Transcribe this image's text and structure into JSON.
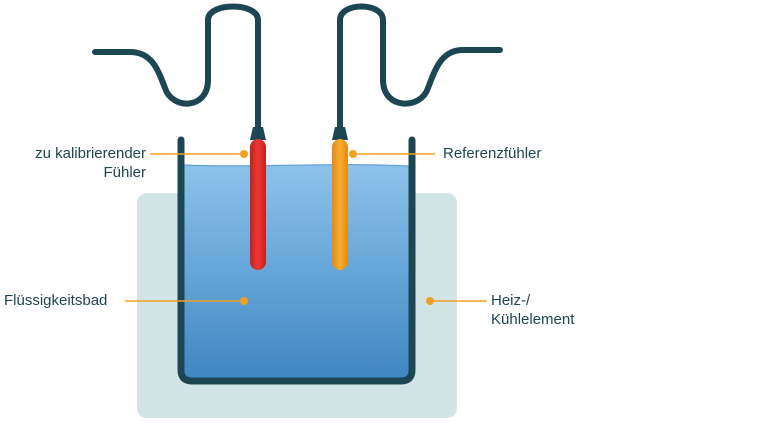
{
  "labels": {
    "probe_under_test": {
      "line1": "zu kalibrierender",
      "line2": "Fühler"
    },
    "reference_probe": {
      "line1": "Referenzfühler"
    },
    "liquid_bath": {
      "line1": "Flüssigkeitsbad"
    },
    "heating_cooling_element": {
      "line1": "Heiz-/",
      "line2": "Kühlelement"
    }
  },
  "colors": {
    "outline": "#1d4655",
    "housing": "#d3e4e6",
    "liquid_top": "#8cc3ea",
    "liquid_bottom": "#3f86c4",
    "probe_under_test": "#e02a2a",
    "reference_probe": "#f29a1c",
    "leader": "#f2a024",
    "text": "#1f4452"
  }
}
